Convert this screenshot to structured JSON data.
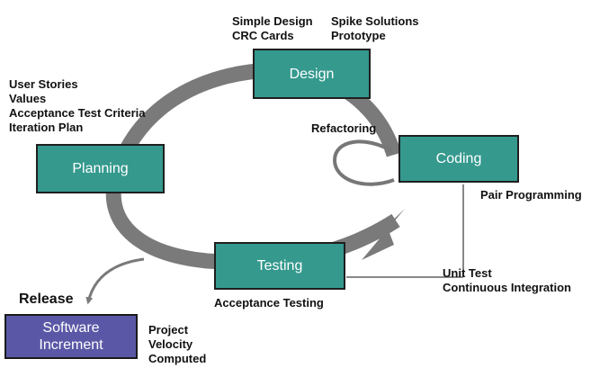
{
  "colors": {
    "stage_fill": "#35998e",
    "increment_fill": "#5a58a6",
    "cycle_arrow": "#7a7a7a",
    "text": "#111111"
  },
  "stages": {
    "design": "Design",
    "planning": "Planning",
    "coding": "Coding",
    "testing": "Testing",
    "increment_line1": "Software",
    "increment_line2": "Increment"
  },
  "annotations": {
    "design_left": [
      "Simple Design",
      "CRC Cards"
    ],
    "design_right": [
      "Spike Solutions",
      "Prototype"
    ],
    "planning": [
      "User Stories",
      "Values",
      "Acceptance Test Criteria",
      "Iteration Plan"
    ],
    "coding_loop": "Refactoring",
    "coding_below": "Pair Programming",
    "testing_right": [
      "Unit Test",
      "Continuous Integration"
    ],
    "testing_below": "Acceptance Testing",
    "release": "Release",
    "increment_right": [
      "Project",
      "Velocity",
      "Computed"
    ]
  }
}
